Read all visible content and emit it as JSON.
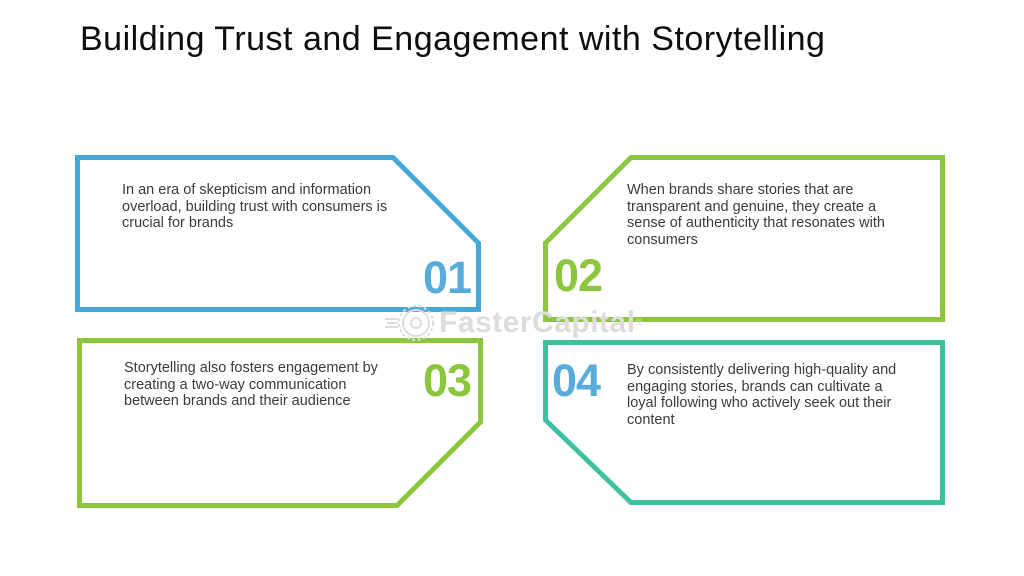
{
  "title": "Building Trust and Engagement with Storytelling",
  "colors": {
    "blue": "#47A8D8",
    "green": "#8CC63F",
    "teal": "#3EC1A1",
    "number_blue": "#58ACDC",
    "number_green": "#8CC63F",
    "body_text": "#3B3B3B",
    "watermark_gray": "#DCDCDC"
  },
  "watermark": {
    "icon": "gear-coin-icon",
    "text": "FasterCapital",
    "reg": "®"
  },
  "boxes": [
    {
      "number": "01",
      "border_color_name": "blue",
      "cut_corner": "top-right",
      "text": "In an era of skepticism and information overload, building trust with consumers is crucial for brands",
      "lines": [
        "In an era of skepticism and information",
        "overload, building trust with consumers is",
        "crucial for brands"
      ]
    },
    {
      "number": "02",
      "border_color_name": "green",
      "cut_corner": "top-left",
      "text": "When brands share stories that are transparent and genuine, they create a sense of authenticity that resonates with consumers",
      "lines": [
        "When brands share stories that are",
        "transparent and genuine, they create a",
        "sense of authenticity that resonates with",
        "consumers"
      ]
    },
    {
      "number": "03",
      "border_color_name": "green",
      "cut_corner": "bottom-right",
      "text": "Storytelling also fosters engagement by creating a two-way communication between brands and their audience",
      "lines": [
        "Storytelling also fosters engagement by",
        "creating a two-way communication",
        "between brands and their audience"
      ]
    },
    {
      "number": "04",
      "border_color_name": "teal",
      "cut_corner": "bottom-left",
      "text": "By consistently delivering high-quality and engaging stories, brands can cultivate a loyal following who actively seek out their content",
      "lines": [
        "By consistently delivering high-quality and",
        "engaging stories, brands can cultivate a",
        "loyal following who actively seek out their",
        "content"
      ]
    }
  ]
}
